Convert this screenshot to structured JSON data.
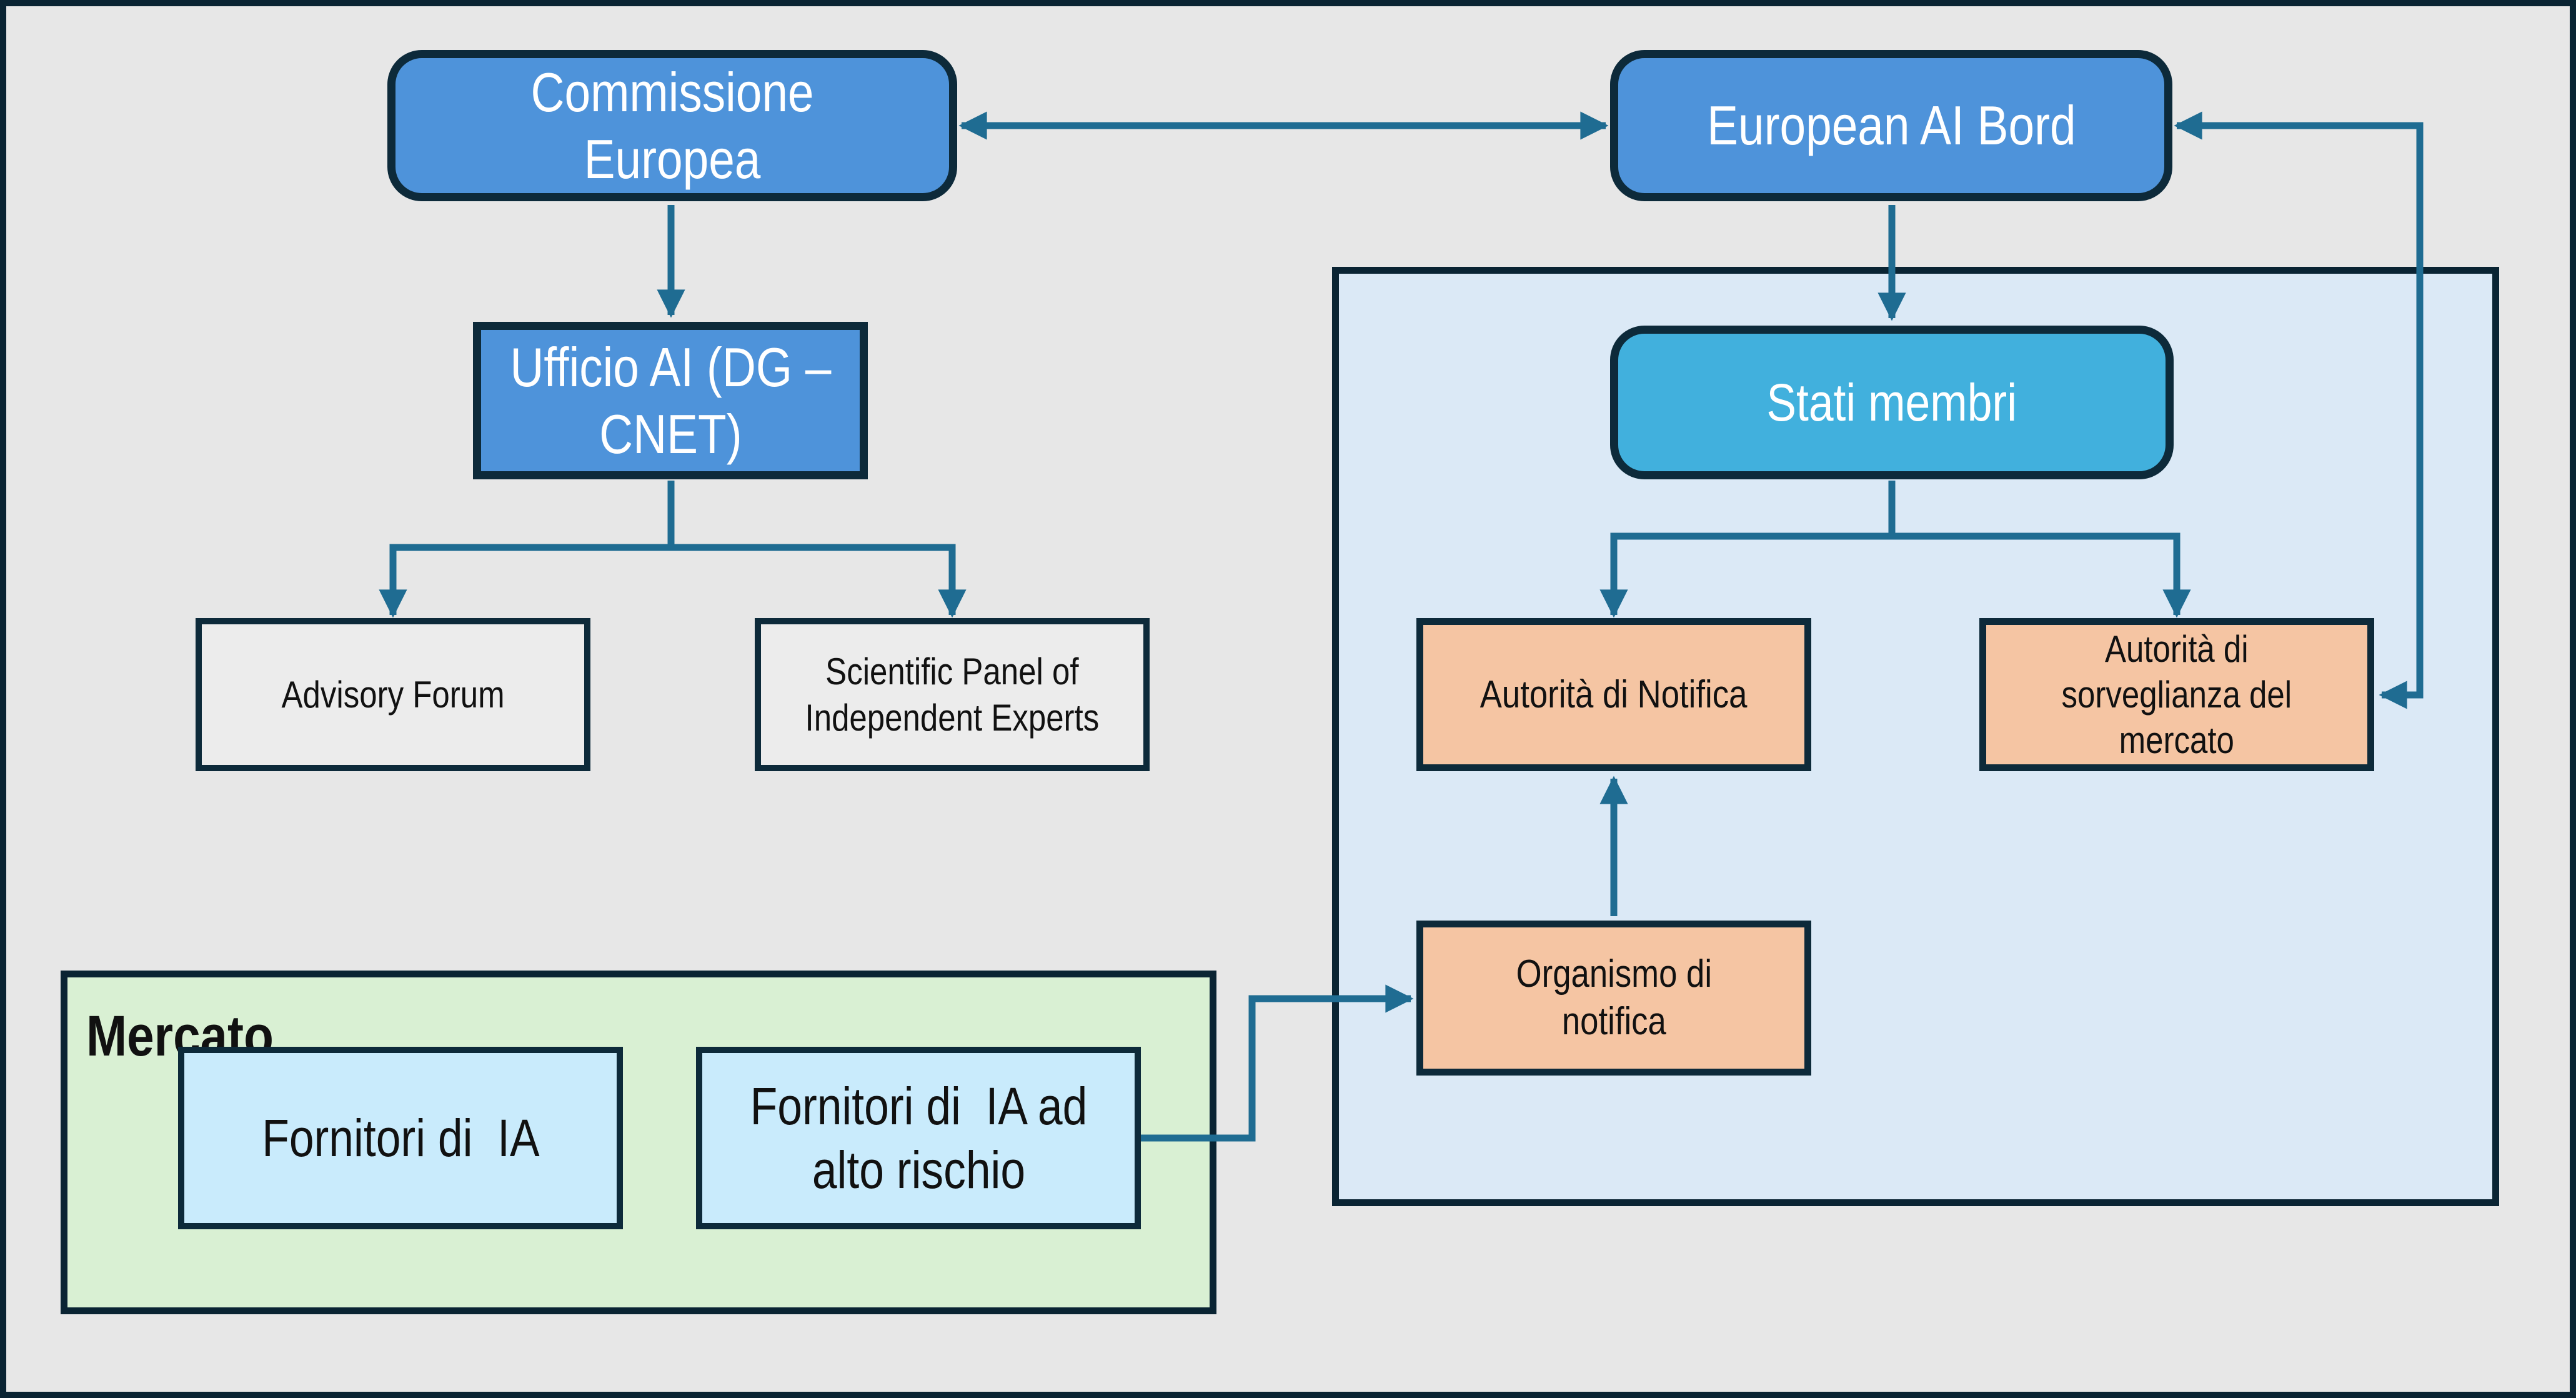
{
  "diagram": {
    "language": "Italian",
    "topic": "EU AI Act governance structure",
    "background_color": "#e7e7e7",
    "frame_color": "#0a2433",
    "arrow_color": "#1f6c92",
    "colors": {
      "commission_blue": "#4e93da",
      "member_state_cyan": "#41b0dd",
      "authority_peach": "#f5c5a3",
      "provider_light_blue": "#c9ebfc",
      "member_states_zone_blue": "#dbe9f6",
      "market_zone_green": "#d9f0d3",
      "neutral_box_gray": "#ececec",
      "border_navy": "#0d2a3a",
      "text_light": "#ffffff",
      "text_dark": "#111111"
    },
    "nodes": {
      "commissione": {
        "label": "Commissione Europea"
      },
      "ai_board": {
        "label": "European AI Bord"
      },
      "ufficio": {
        "label": "Ufficio AI (DG –\nCNET)"
      },
      "advisory": {
        "label": "Advisory Forum"
      },
      "scientific": {
        "label": "Scientific Panel of\nIndependent Experts"
      },
      "stati": {
        "label": "Stati membri"
      },
      "notifica": {
        "label": "Autorità di Notifica"
      },
      "sorveglianza": {
        "label": "Autorità di\nsorveglianza del\nmercato"
      },
      "organismo": {
        "label": "Organismo di\nnotifica"
      },
      "mercato": {
        "label": "Mercato"
      },
      "fornitori": {
        "label": "Fornitori di  IA"
      },
      "fornitori_alto": {
        "label": "Fornitori di  IA ad\nalto rischio"
      }
    },
    "edges": [
      {
        "from": "Commissione Europea",
        "to": "European AI Bord",
        "type": "double-arrow"
      },
      {
        "from": "Commissione Europea",
        "to": "Ufficio AI (DG – CNET)",
        "type": "arrow"
      },
      {
        "from": "Ufficio AI (DG – CNET)",
        "to": "Advisory Forum",
        "type": "arrow"
      },
      {
        "from": "Ufficio AI (DG – CNET)",
        "to": "Scientific Panel of Independent Experts",
        "type": "arrow"
      },
      {
        "from": "European AI Bord",
        "to": "Stati membri",
        "type": "arrow"
      },
      {
        "from": "Stati membri",
        "to": "Autorità di Notifica",
        "type": "arrow"
      },
      {
        "from": "Stati membri",
        "to": "Autorità di sorveglianza del mercato",
        "type": "arrow"
      },
      {
        "from": "European AI Bord",
        "to": "Autorità di sorveglianza del mercato",
        "type": "double-arrow"
      },
      {
        "from": "Organismo di notifica",
        "to": "Autorità di Notifica",
        "type": "arrow"
      },
      {
        "from": "Fornitori di IA ad alto rischio",
        "to": "Organismo di notifica",
        "type": "arrow"
      }
    ]
  }
}
